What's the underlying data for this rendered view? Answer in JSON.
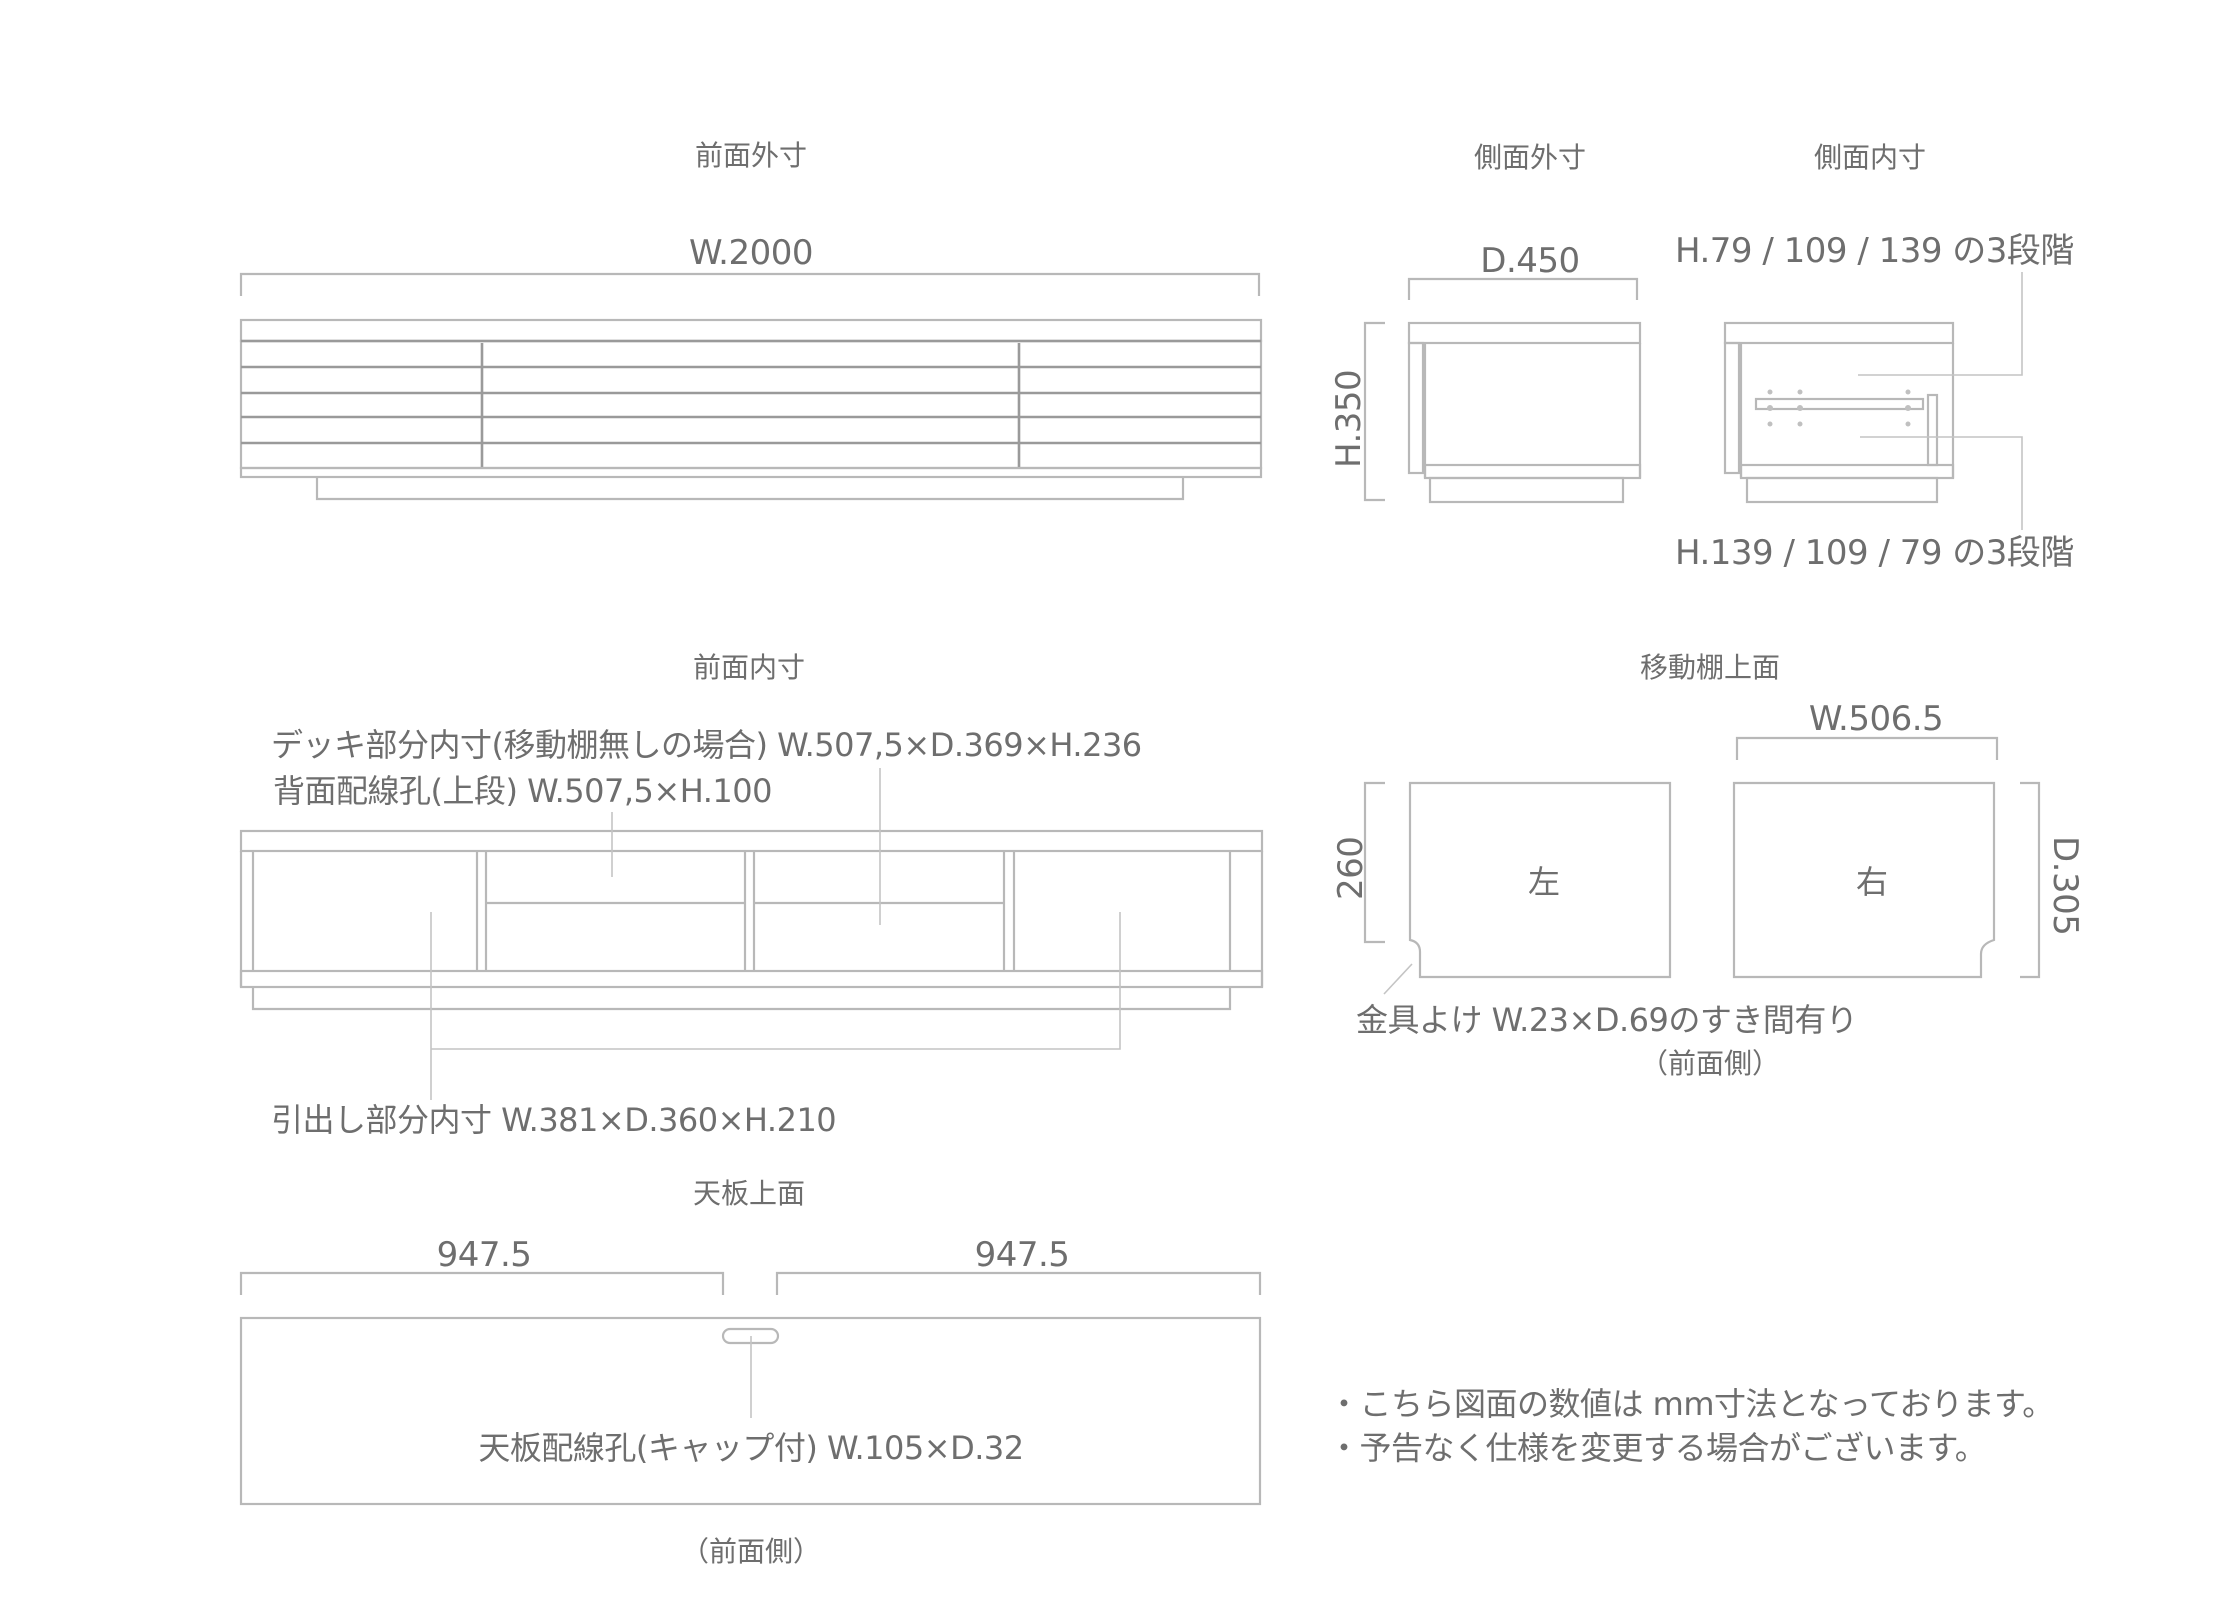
{
  "front_exterior": {
    "title": "前面外寸",
    "width": "W.2000"
  },
  "side_exterior": {
    "title": "側面外寸",
    "depth": "D.450",
    "height": "H.350"
  },
  "side_interior": {
    "title": "側面内寸",
    "upper_note": "H.79 / 109 / 139 の3段階",
    "lower_note": "H.139 / 109 / 79 の3段階"
  },
  "front_interior": {
    "title": "前面内寸",
    "deck_note": "デッキ部分内寸(移動棚無しの場合) W.507,5×D.369×H.236",
    "rear_hole_note": "背面配線孔(上段) W.507,5×H.100",
    "drawer_note": "引出し部分内寸 W.381×D.360×H.210"
  },
  "movable_shelf": {
    "title": "移動棚上面",
    "width": "W.506.5",
    "depth": "D.305",
    "side_depth": "260",
    "left_label": "左",
    "right_label": "右",
    "notch_note": "金具よけ W.23×D.69のすき間有り",
    "front_side": "（前面側）"
  },
  "top_panel": {
    "title": "天板上面",
    "left_width": "947.5",
    "right_width": "947.5",
    "hole_note": "天板配線孔(キャップ付) W.105×D.32",
    "front_side": "（前面側）"
  },
  "footnotes": [
    "・こちら図面の数値は mm寸法となっております。",
    "・予告なく仕様を変更する場合がございます。"
  ]
}
